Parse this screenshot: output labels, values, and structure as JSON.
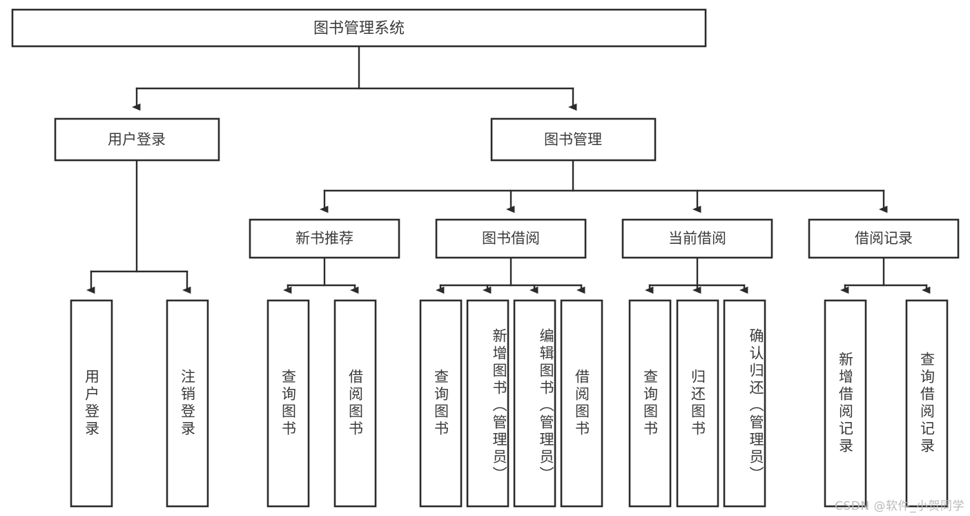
{
  "diagram": {
    "title": "图书管理系统",
    "type": "tree",
    "colors": {
      "stroke": "#2b2b2b",
      "box_fill": "#ffffff",
      "text": "#3a3a3a",
      "background": "#ffffff",
      "watermark": "#b9b9b9"
    },
    "root": {
      "label": "图书管理系统",
      "orientation": "horizontal"
    },
    "level1": [
      {
        "label": "用户登录",
        "orientation": "horizontal"
      },
      {
        "label": "图书管理",
        "orientation": "horizontal"
      }
    ],
    "level2": [
      {
        "label": "新书推荐",
        "orientation": "horizontal",
        "parent": "图书管理"
      },
      {
        "label": "图书借阅",
        "orientation": "horizontal",
        "parent": "图书管理"
      },
      {
        "label": "当前借阅",
        "orientation": "horizontal",
        "parent": "图书管理"
      },
      {
        "label": "借阅记录",
        "orientation": "horizontal",
        "parent": "图书管理"
      }
    ],
    "leaves": {
      "用户登录": [
        {
          "label": "用户登录",
          "orientation": "vertical"
        },
        {
          "label": "注销登录",
          "orientation": "vertical"
        }
      ],
      "新书推荐": [
        {
          "label": "查询图书",
          "orientation": "vertical"
        },
        {
          "label": "借阅图书",
          "orientation": "vertical"
        }
      ],
      "图书借阅": [
        {
          "label": "查询图书",
          "orientation": "vertical"
        },
        {
          "label": "新增图书（管理员）",
          "orientation": "vertical"
        },
        {
          "label": "编辑图书（管理员）",
          "orientation": "vertical"
        },
        {
          "label": "借阅图书",
          "orientation": "vertical"
        }
      ],
      "当前借阅": [
        {
          "label": "查询图书",
          "orientation": "vertical"
        },
        {
          "label": "归还图书",
          "orientation": "vertical"
        },
        {
          "label": "确认归还（管理员）",
          "orientation": "vertical"
        }
      ],
      "借阅记录": [
        {
          "label": "新增借阅记录",
          "orientation": "vertical"
        },
        {
          "label": "查询借阅记录",
          "orientation": "vertical"
        }
      ]
    }
  },
  "watermark": {
    "text": "CSDN @软件_小贺同学"
  }
}
